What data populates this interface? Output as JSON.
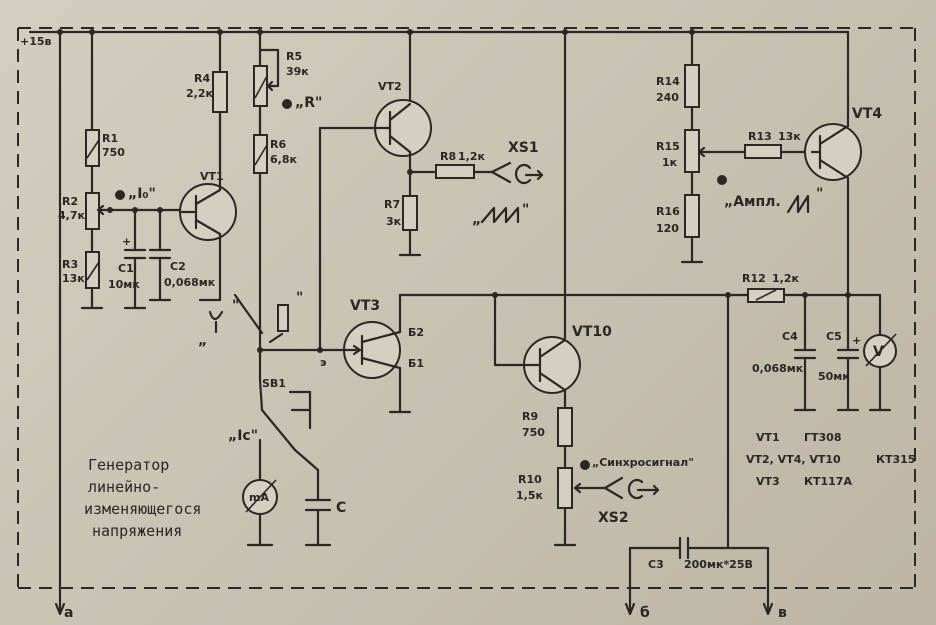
{
  "supply": {
    "label": "+15в"
  },
  "terminals": {
    "a": "a",
    "b": "б",
    "v": "в"
  },
  "components": {
    "R1": {
      "name": "R1",
      "value": "750"
    },
    "R2": {
      "name": "R2",
      "value": "4,7к"
    },
    "R3": {
      "name": "R3",
      "value": "13к"
    },
    "R4": {
      "name": "R4",
      "value": "2,2к"
    },
    "R5": {
      "name": "R5",
      "value": "39к"
    },
    "R6": {
      "name": "R6",
      "value": "6,8к"
    },
    "R7": {
      "name": "R7",
      "value": "3к"
    },
    "R8": {
      "name": "R8",
      "value": "1,2к"
    },
    "R9": {
      "name": "R9",
      "value": "750"
    },
    "R10": {
      "name": "R10",
      "value": "1,5к"
    },
    "R12": {
      "name": "R12",
      "value": "1,2к"
    },
    "R13": {
      "name": "R13",
      "value": "13к"
    },
    "R14": {
      "name": "R14",
      "value": "240"
    },
    "R15": {
      "name": "R15",
      "value": "1к"
    },
    "R16": {
      "name": "R16",
      "value": "120"
    },
    "C1": {
      "name": "C1",
      "value": "10мк"
    },
    "C2": {
      "name": "C2",
      "value": "0,068мк"
    },
    "C3": {
      "name": "C3",
      "value": "200мк*25В"
    },
    "C4": {
      "name": "C4",
      "value": "0,068мк"
    },
    "C5": {
      "name": "C5",
      "value": "50мк"
    },
    "C": {
      "name": "C"
    },
    "VT1": {
      "name": "VT1"
    },
    "VT2": {
      "name": "VT2"
    },
    "VT3": {
      "name": "VT3"
    },
    "VT4": {
      "name": "VT4"
    },
    "VT10": {
      "name": "VT10"
    },
    "SB1": {
      "name": "SB1"
    },
    "XS1": {
      "name": "XS1"
    },
    "XS2": {
      "name": "XS2"
    }
  },
  "pins": {
    "b2": "Б2",
    "b1": "Б1",
    "e": "э"
  },
  "meters": {
    "ma": "mA",
    "v": "V"
  },
  "labels": {
    "i0": "„I₀\"",
    "r": "„R\"",
    "ic": "„Iс\"",
    "ampl": "„Ампл.",
    "sync": "„Синхросигнал\"",
    "quote_open": "„",
    "quote_close": "\""
  },
  "legend": {
    "line1_name": "VT1",
    "line1_type": "ГТ308",
    "line2_name": "VT2, VT4, VT10",
    "line2_type": "КТ315",
    "line3_name": "VT3",
    "line3_type": "КТ117А"
  },
  "caption": [
    "Генератор",
    "линейно-",
    "изменяющегося",
    "напряжения"
  ]
}
